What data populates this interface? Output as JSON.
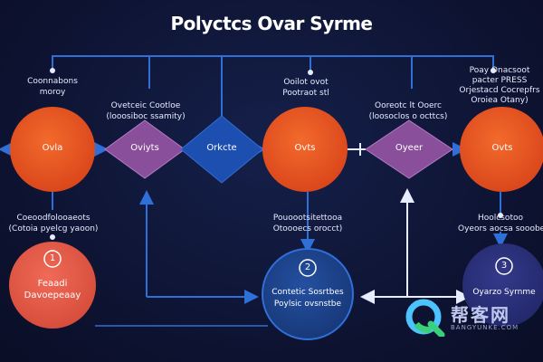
{
  "title": "Polyctcs Ovar Syrme",
  "colors": {
    "background": "#0f1430",
    "orange_node": "#e8501f",
    "red_node": "#e25a48",
    "purple_diamond": "#8a4f9a",
    "blue_diamond": "#1d4fb0",
    "navy_node": "#1a3f8a",
    "indigo_node": "#2a2f7a",
    "connector": "#2f6fd8",
    "white_connector": "#e8ecff"
  },
  "nodes": {
    "n1": {
      "text": "Ovla"
    },
    "n2": {
      "text": "Oviyts"
    },
    "n3": {
      "text": "Orkcte"
    },
    "n4": {
      "text": "Ovts"
    },
    "n5": {
      "text": "Oyeer"
    },
    "n6": {
      "text": "Ovts"
    },
    "n7": {
      "number": "1",
      "line1": "Feaadi",
      "line2": "Davoepeaay"
    },
    "n8": {
      "number": "2",
      "line1": "Contetic Sosrtbes",
      "line2": "Poylsic ovsnstbe"
    },
    "n9": {
      "number": "3",
      "line1": "Oyarzo Syrnme"
    }
  },
  "labels": {
    "l1": {
      "line1": "Coonnabons",
      "line2": "moroy"
    },
    "l2": {
      "line1": "Ovetceic Cootloe",
      "line2": "(looosiboc ssamity)"
    },
    "l3": {
      "line1": "Ooilot ovot",
      "line2": "Pootraot stl"
    },
    "l4": {
      "line1": "Ooreotc lt Ooerc",
      "line2": "(loosoclos o octtcs)"
    },
    "l5": {
      "line1": "Poay Onacsoot",
      "line2": "pacter PRESS",
      "line3": "Orjestacd Cocrepfrs",
      "line4": "Oroiea Otany)"
    },
    "l6": {
      "line1": "Coeoodfolooaeots",
      "line2": "(Cotoia pyelcg yaoon)"
    },
    "l7": {
      "line1": "Pouoootsitettooa",
      "line2": "Otoooecs orocct)"
    },
    "l8": {
      "line1": "Hoolcsotoo",
      "line2": "Oyeors aocsa sooobe"
    }
  },
  "watermark": {
    "text": "帮客网",
    "sub": "BANGYUNKE.COM"
  }
}
